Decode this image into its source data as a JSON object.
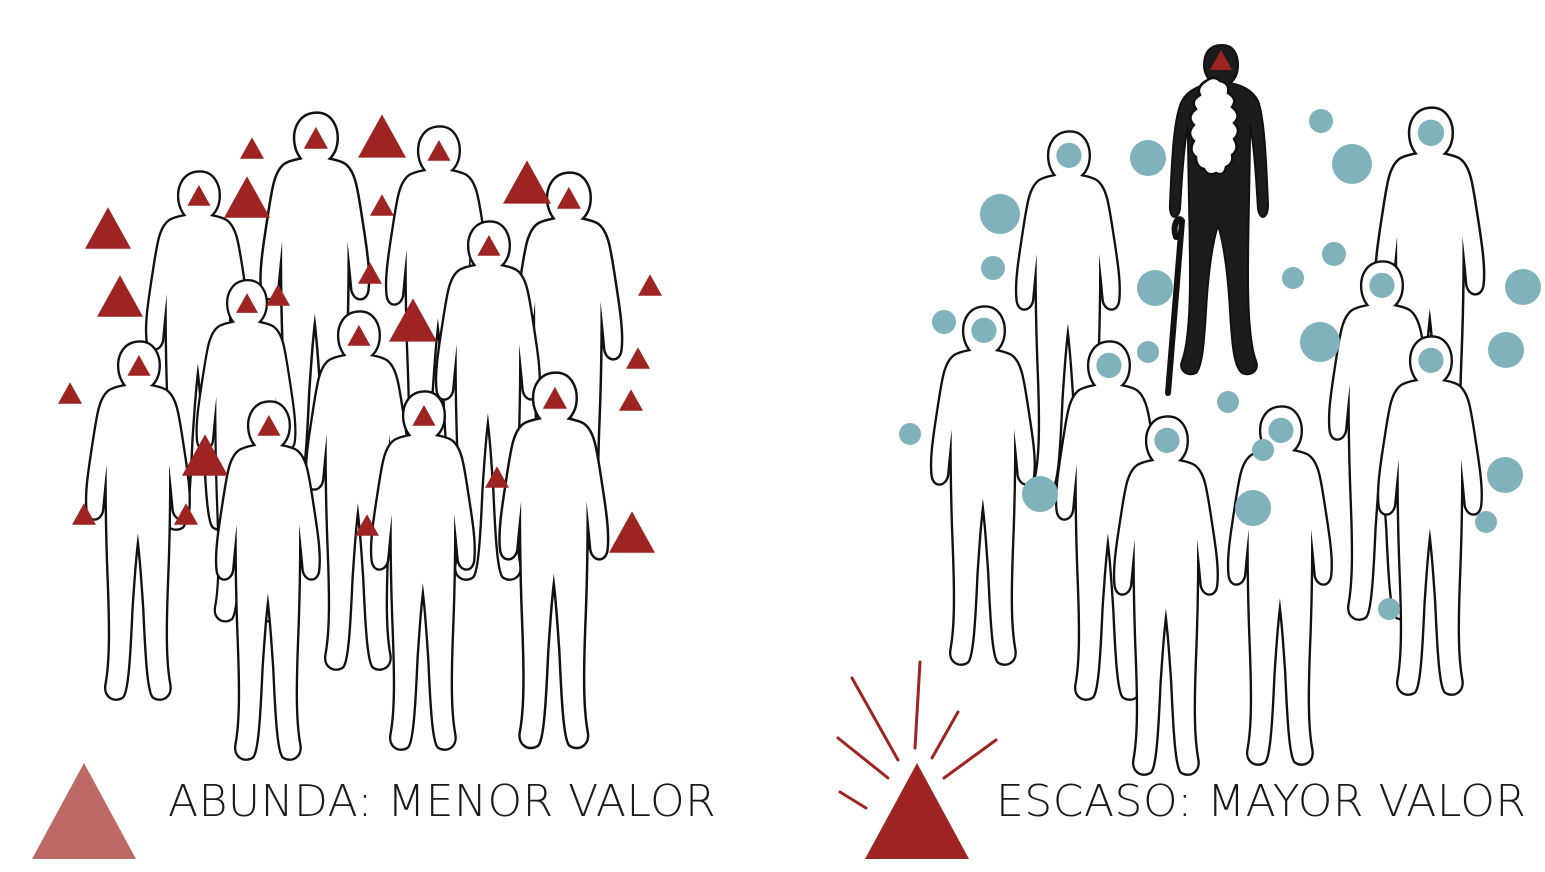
{
  "left_panel": {
    "caption": "ABUNDA: MENOR VALOR",
    "legend_color": "#bd6a66",
    "token_color": "#9e2421",
    "token_shape": "triangle"
  },
  "right_panel": {
    "caption": "ESCASO: MAYOR VALOR",
    "legend_color": "#9e2421",
    "token_color": "#7fb2ba",
    "token_shape": "circle",
    "elder_color": "#1c1c1c"
  }
}
